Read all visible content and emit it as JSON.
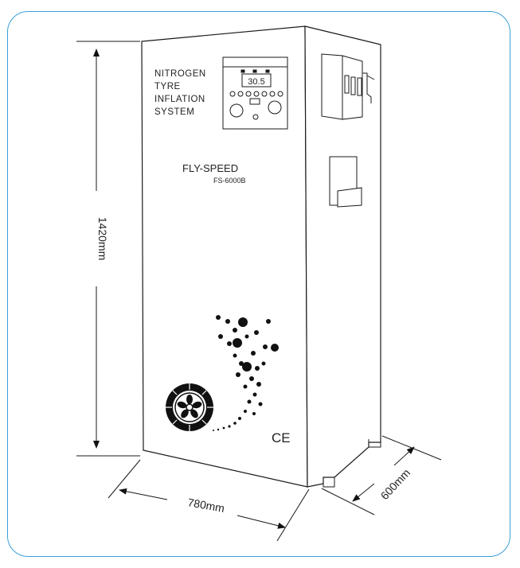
{
  "machine": {
    "title_lines": [
      "NITROGEN",
      "TYRE",
      "INFLATION",
      "SYSTEM"
    ],
    "display_value": "30.5",
    "brand": "FLY-SPEED",
    "model": "FS-6000B",
    "mark": "CE"
  },
  "dimensions": {
    "height": "1420mm",
    "width": "780mm",
    "depth": "600mm"
  },
  "colors": {
    "frame": "#3aa0d8",
    "line": "#1a1a1a"
  }
}
